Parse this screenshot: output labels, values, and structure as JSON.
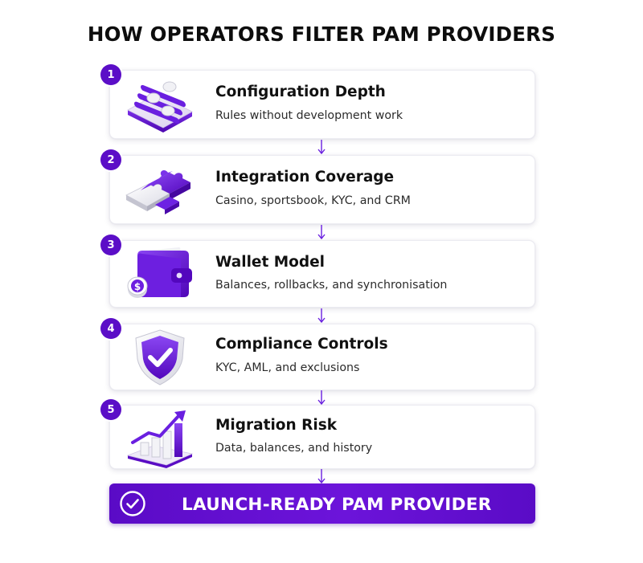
{
  "title": "HOW OPERATORS FILTER PAM PROVIDERS",
  "steps": [
    {
      "number": "1",
      "heading": "Configuration Depth",
      "description": "Rules without development work",
      "icon": "sliders-icon"
    },
    {
      "number": "2",
      "heading": "Integration Coverage",
      "description": "Casino, sportsbook, KYC, and CRM",
      "icon": "puzzle-icon"
    },
    {
      "number": "3",
      "heading": "Wallet Model",
      "description": "Balances, rollbacks, and synchronisation",
      "icon": "wallet-icon"
    },
    {
      "number": "4",
      "heading": "Compliance Controls",
      "description": "KYC, AML, and exclusions",
      "icon": "shield-check-icon"
    },
    {
      "number": "5",
      "heading": "Migration Risk",
      "description": "Data, balances, and history",
      "icon": "growth-chart-icon"
    }
  ],
  "result": {
    "label": "LAUNCH-READY PAM PROVIDER",
    "icon": "check-circle-icon"
  },
  "colors": {
    "accent": "#5b0ec7",
    "accent_light": "#8a4ef0",
    "text": "#111111",
    "card_border": "#ececf2"
  }
}
